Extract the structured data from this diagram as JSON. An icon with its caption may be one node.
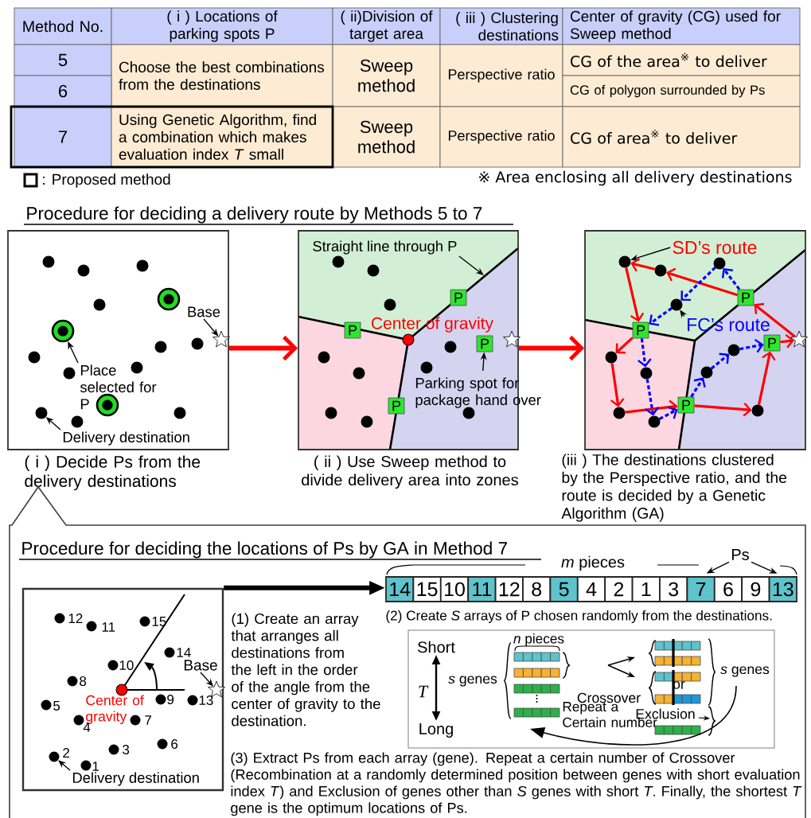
{
  "diagram": {
    "nodes": [
      {
        "text": [],
        "shape": "box",
        "beside": [
          "( i ) Decide Ps from the delivery destinations"
        ]
      },
      {
        "text": [],
        "shape": "box",
        "beside": [
          "( ii ) Use Sweep method to divide delivery area into zones"
        ]
      },
      {
        "text": [],
        "shape": "box",
        "beside": [
          "(iii ) The destinations clustered by the Perspective ratio, and the route is decided by a Genetic Algorithm (GA)"
        ]
      },
      {
        "text": [
          "Place selected for P"
        ],
        "in": 0
      },
      {
        "text": [],
        "shape": "circle",
        "in": 0
      },
      {
        "text": [
          "Base"
        ],
        "in": 0
      },
      {
        "text": [],
        "shape": "star",
        "in": 0
      },
      {
        "text": [
          "Delivery destination"
        ],
        "in": 0
      },
      {
        "text": [],
        "shape": "circle",
        "in": 0
      },
      {
        "text": [
          "Straight line through P"
        ],
        "in": 1
      },
      {
        "text": [
          "Parking spot for package hand over"
        ],
        "in": 1
      },
      {
        "text": [
          "P"
        ],
        "in": 1
      },
      {
        "text": [
          "SD’s route"
        ],
        "in": 2
      },
      {
        "text": [],
        "shape": "circle",
        "in": 2
      },
      {
        "text": [
          "FC’s route"
        ],
        "in": 2
      },
      {
        "text": [],
        "shape": "circle",
        "in": 2
      },
      {
        "text": [
          "Procedure for deciding the locations of Ps by GA in Method 7"
        ]
      },
      {
        "text": [],
        "shape": "box",
        "in": 16
      },
      {
        "text": [
          "Base"
        ],
        "in": 17
      },
      {
        "text": [],
        "shape": "star",
        "in": 17
      },
      {
        "text": [
          "Delivery destination"
        ],
        "in": 17
      },
      {
        "text": [],
        "shape": "circle",
        "in": 17,
        "beside": [
          "2"
        ]
      },
      {
        "text": [
          "14"
        ],
        "in": 16
      },
      {
        "text": [
          "15"
        ],
        "in": 16
      },
      {
        "text": [
          "10"
        ],
        "in": 16
      },
      {
        "text": [
          "11"
        ],
        "in": 16
      },
      {
        "text": [
          "12"
        ],
        "in": 16
      },
      {
        "text": [
          "8"
        ],
        "in": 16
      },
      {
        "text": [
          "5"
        ],
        "in": 16
      },
      {
        "text": [
          "4"
        ],
        "in": 16
      },
      {
        "text": [
          "2"
        ],
        "in": 16
      },
      {
        "text": [
          "1"
        ],
        "in": 16
      },
      {
        "text": [
          "3"
        ],
        "in": 16
      },
      {
        "text": [
          "7"
        ],
        "in": 16
      },
      {
        "text": [
          "6"
        ],
        "in": 16
      },
      {
        "text": [
          "9"
        ],
        "in": 16
      },
      {
        "text": [
          "13"
        ],
        "in": 16
      },
      {
        "text": [
          "Ps"
        ],
        "in": 16
      },
      {
        "text": [],
        "shape": "box",
        "in": 16
      },
      {
        "text": [],
        "shape": "circle",
        "in": 0
      },
      {
        "text": [],
        "shape": "circle",
        "in": 0
      },
      {
        "text": [],
        "shape": "circle",
        "in": 0
      },
      {
        "text": [],
        "shape": "circle",
        "in": 0
      },
      {
        "text": [],
        "shape": "circle",
        "in": 0
      },
      {
        "text": [],
        "shape": "circle",
        "in": 0
      },
      {
        "text": [],
        "shape": "circle",
        "in": 0
      },
      {
        "text": [],
        "shape": "circle",
        "in": 0
      },
      {
        "text": [],
        "shape": "circle",
        "in": 0
      },
      {
        "text": [],
        "shape": "circle",
        "in": 0
      },
      {
        "text": [],
        "shape": "circle",
        "in": 0
      },
      {
        "text": [],
        "shape": "circle",
        "in": 0
      },
      {
        "text": [],
        "shape": "circle",
        "in": 0
      },
      {
        "text": [],
        "shape": "circle",
        "in": 1,
        "beside": [
          "Center of gravity"
        ]
      },
      {
        "text": [],
        "shape": "star",
        "in": 1
      },
      {
        "text": [],
        "shape": "circle",
        "in": 1
      },
      {
        "text": [],
        "shape": "circle",
        "in": 1
      },
      {
        "text": [],
        "shape": "circle",
        "in": 1
      },
      {
        "text": [],
        "shape": "circle",
        "in": 1
      },
      {
        "text": [],
        "shape": "circle",
        "in": 1
      },
      {
        "text": [],
        "shape": "circle",
        "in": 1
      },
      {
        "text": [],
        "shape": "circle",
        "in": 1
      },
      {
        "text": [],
        "shape": "circle",
        "in": 1
      },
      {
        "text": [],
        "shape": "circle",
        "in": 1
      },
      {
        "text": [],
        "shape": "circle",
        "in": 1
      },
      {
        "text": [
          "P"
        ],
        "in": 1
      },
      {
        "text": [
          "P"
        ],
        "in": 1
      },
      {
        "text": [
          "P"
        ],
        "in": 1
      },
      {
        "text": [
          "P"
        ],
        "in": 2
      },
      {
        "text": [
          "P"
        ],
        "in": 2
      },
      {
        "text": [
          "P"
        ],
        "in": 2
      },
      {
        "text": [
          "P"
        ],
        "in": 2
      },
      {
        "text": [],
        "shape": "star",
        "in": 2
      },
      {
        "text": [],
        "shape": "circle",
        "in": 2
      },
      {
        "text": [],
        "shape": "circle",
        "in": 2
      },
      {
        "text": [],
        "shape": "circle",
        "in": 2
      },
      {
        "text": [],
        "shape": "circle",
        "in": 2
      },
      {
        "text": [],
        "shape": "circle",
        "in": 2
      },
      {
        "text": [],
        "shape": "circle",
        "in": 2
      },
      {
        "text": [],
        "shape": "circle",
        "in": 2
      },
      {
        "text": [],
        "shape": "circle",
        "in": 2
      },
      {
        "text": [],
        "shape": "circle",
        "in": 2
      },
      {
        "text": [],
        "shape": "circle",
        "in": 17,
        "beside": [
          "Center of gravity"
        ]
      },
      {
        "text": [],
        "shape": "circle",
        "in": 17,
        "beside": [
          "12"
        ]
      },
      {
        "text": [],
        "shape": "circle",
        "in": 17,
        "beside": [
          "11"
        ]
      },
      {
        "text": [],
        "shape": "circle",
        "in": 17,
        "beside": [
          "15"
        ]
      },
      {
        "text": [],
        "shape": "circle",
        "in": 17,
        "beside": [
          "14"
        ]
      },
      {
        "text": [],
        "shape": "circle",
        "in": 17,
        "beside": [
          "10"
        ]
      },
      {
        "text": [],
        "shape": "circle",
        "in": 17,
        "beside": [
          "8"
        ]
      },
      {
        "text": [],
        "shape": "circle",
        "in": 17,
        "beside": [
          "5"
        ]
      },
      {
        "text": [],
        "shape": "circle",
        "in": 17,
        "beside": [
          "9"
        ]
      },
      {
        "text": [],
        "shape": "circle",
        "in": 17,
        "beside": [
          "13"
        ]
      },
      {
        "text": [],
        "shape": "circle",
        "in": 17,
        "beside": [
          "4"
        ]
      },
      {
        "text": [],
        "shape": "circle",
        "in": 17,
        "beside": [
          "7"
        ]
      },
      {
        "text": [],
        "shape": "circle",
        "in": 17,
        "beside": [
          "3"
        ]
      },
      {
        "text": [],
        "shape": "circle",
        "in": 17,
        "beside": [
          "6"
        ]
      },
      {
        "text": [],
        "shape": "circle",
        "in": 17,
        "beside": [
          "1"
        ]
      }
    ],
    "edges": [
      {
        "from": 0,
        "to": 1,
        "arrow": "to",
        "style": "thick",
        "color": "#ff0000"
      },
      {
        "from": 1,
        "to": 2,
        "arrow": "to",
        "style": "thick",
        "color": "#ff0000"
      },
      {
        "from": 3,
        "to": 4,
        "arrow": "to",
        "color": "#000000"
      },
      {
        "from": 5,
        "to": 6,
        "arrow": "to",
        "color": "#000000"
      },
      {
        "from": 7,
        "to": 8,
        "arrow": "to",
        "color": "#000000"
      },
      {
        "from": 9,
        "to": null,
        "arrow": "to",
        "color": "#000000"
      },
      {
        "from": 10,
        "to": 11,
        "arrow": "to",
        "color": "#000000"
      },
      {
        "from": 12,
        "to": 13,
        "arrow": "to",
        "color": "#000000"
      },
      {
        "from": 14,
        "to": 15,
        "arrow": "to",
        "color": "#000000"
      },
      {
        "from": 18,
        "to": 19,
        "arrow": "to",
        "color": "#000000"
      },
      {
        "from": 20,
        "to": 21,
        "arrow": "to",
        "color": "#000000"
      },
      {
        "from": 17,
        "to": 22,
        "arrow": "to",
        "style": "thick",
        "color": "#000000"
      },
      {
        "from": 37,
        "to": 33,
        "arrow": "to",
        "color": "#000000"
      },
      {
        "from": 37,
        "to": 36,
        "arrow": "to",
        "color": "#000000"
      },
      {
        "from": 71,
        "to": 68,
        "arrow": "to",
        "color": "#ff0000"
      },
      {
        "from": 68,
        "to": 72,
        "arrow": "to",
        "color": "#ff0000"
      },
      {
        "from": 72,
        "to": 13,
        "arrow": "to",
        "color": "#ff0000"
      },
      {
        "from": 13,
        "to": 67,
        "arrow": "to",
        "color": "#ff0000"
      },
      {
        "from": 67,
        "to": 74,
        "arrow": "to",
        "color": "#ff0000"
      },
      {
        "from": 74,
        "to": 78,
        "arrow": "to",
        "color": "#ff0000"
      },
      {
        "from": 78,
        "to": 70,
        "arrow": "to",
        "color": "#ff0000"
      },
      {
        "from": 70,
        "to": 80,
        "arrow": "to",
        "color": "#ff0000"
      },
      {
        "from": 80,
        "to": 69,
        "arrow": "to",
        "color": "#ff0000"
      },
      {
        "from": 69,
        "to": 71,
        "arrow": "to",
        "color": "#ff0000"
      },
      {
        "from": 68,
        "to": 73,
        "arrow": "to",
        "style": "dashed",
        "color": "#0000ff"
      },
      {
        "from": 73,
        "to": 15,
        "arrow": "to",
        "style": "dashed",
        "color": "#0000ff"
      },
      {
        "from": 15,
        "to": 67,
        "arrow": "to",
        "style": "dashed",
        "color": "#0000ff"
      },
      {
        "from": 67,
        "to": 75,
        "arrow": "to",
        "style": "dashed",
        "color": "#0000ff"
      },
      {
        "from": 75,
        "to": 79,
        "arrow": "to",
        "style": "dashed",
        "color": "#0000ff"
      },
      {
        "from": 79,
        "to": 70,
        "arrow": "to",
        "style": "dashed",
        "color": "#0000ff"
      },
      {
        "from": 70,
        "to": 77,
        "arrow": "to",
        "style": "dashed",
        "color": "#0000ff"
      },
      {
        "from": 77,
        "to": 76,
        "arrow": "to",
        "style": "dashed",
        "color": "#0000ff"
      },
      {
        "from": 76,
        "to": 69,
        "arrow": "to",
        "style": "dashed",
        "color": "#0000ff"
      }
    ],
    "labels": [
      "Method No.",
      "( i ) Locations of parking spots P",
      "( ii)Division of target area",
      "( iii ) Clustering destinations",
      "Center of gravity (CG) used for Sweep method",
      "5",
      "Choose the best combinations from the destinations",
      "Sweep method",
      "Perspective ratio",
      "CG of the area$^{※}$ to deliver",
      "6",
      "CG of polygon surrounded by Ps",
      "7",
      "Using Genetic Algorithm, find a combination which makes evaluation index *T* small",
      "Sweep method",
      "Perspective ratio",
      "CG of area$^{※}$ to deliver",
      "※ Area enclosing all delivery destinations",
      "Procedure for deciding a delivery route by Methods 5 to 7",
      "*m* pieces",
      "(1) Create an array that arranges all destinations from the left in the order of the angle from the center of gravity to the destination.",
      "(2) Create *S* arrays of P chosen randomly from the destinations.",
      "Short",
      "T",
      "Long",
      "*n* pieces",
      "*s* genes",
      "Crossover",
      "or",
      "*s* genes",
      "Exclusion",
      "Repeat a Certain number",
      "(3) Extract Ps from each array (gene). Repeat a certain number of Crossover (Recombination at a randomly determined position between genes with short evaluation index *T*) and Exclusion of genes other than *S* genes with short *T*. Finally, the shortest *T* gene is the optimum locations of Ps."
    ],
    "legend": [
      {
        "text": ": Proposed method"
      }
    ]
  }
}
